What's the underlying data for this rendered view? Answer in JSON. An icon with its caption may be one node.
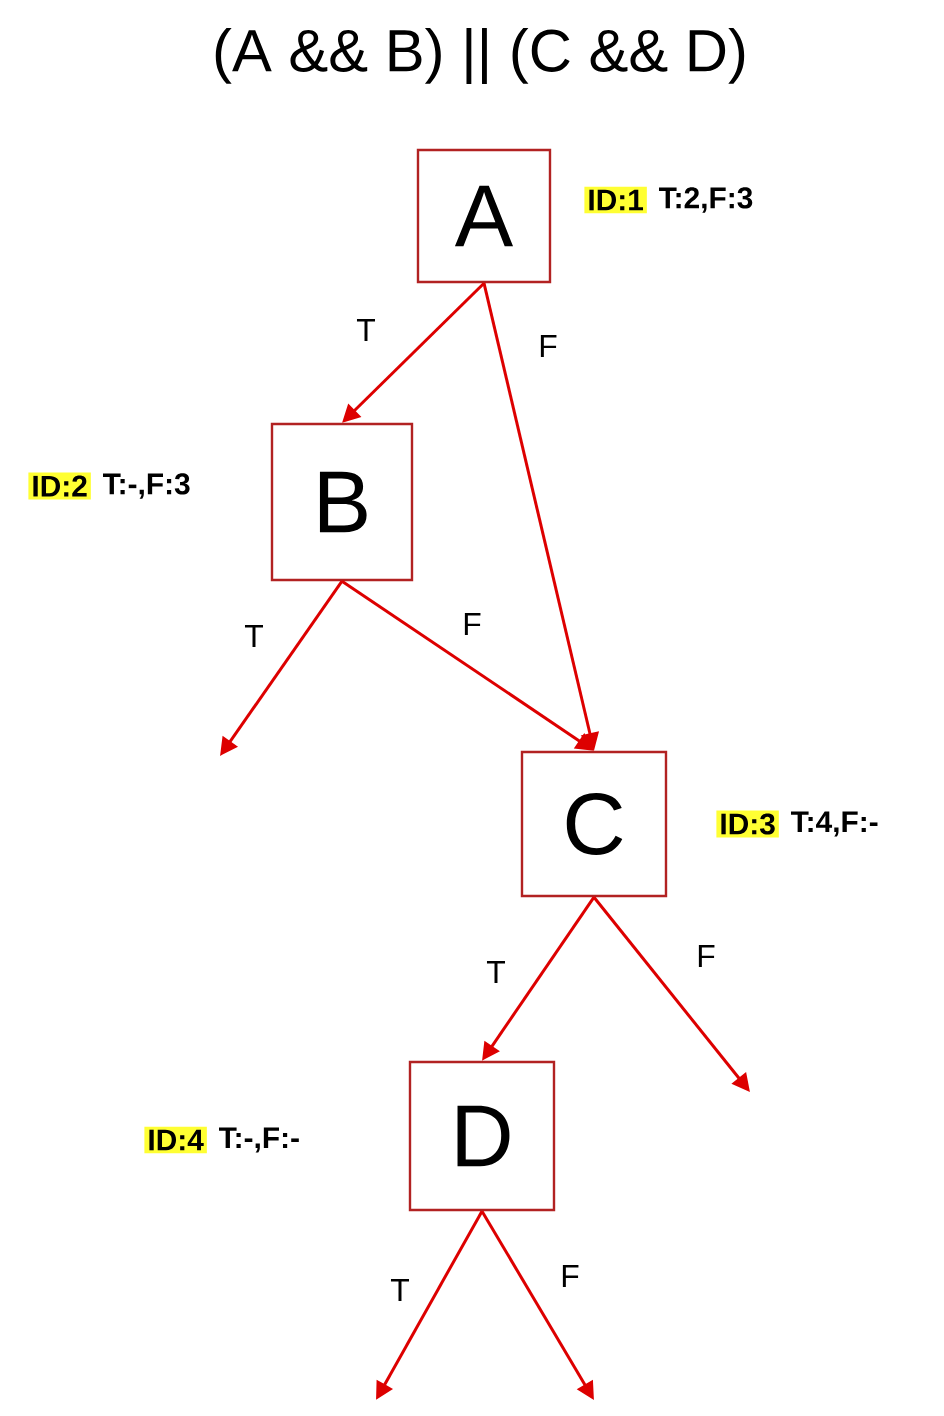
{
  "diagram": {
    "title": "(A && B) || (C && D)",
    "nodes": [
      {
        "text": [
          "A"
        ],
        "beside": [
          "ID:1",
          "T:2,F:3"
        ]
      },
      {
        "text": [
          "B"
        ],
        "beside": [
          "ID:2",
          "T:-,F:3"
        ]
      },
      {
        "text": [
          "C"
        ],
        "beside": [
          "ID:3",
          "T:4,F:-"
        ]
      },
      {
        "text": [
          "D"
        ],
        "beside": [
          "ID:4",
          "T:-,F:-"
        ]
      }
    ],
    "edges": [
      {
        "from": 0,
        "to": 1,
        "arrow": "to",
        "label": "T"
      },
      {
        "from": 0,
        "to": 2,
        "arrow": "to",
        "label": "F"
      },
      {
        "from": 1,
        "to": null,
        "arrow": "to",
        "label": "T"
      },
      {
        "from": 1,
        "to": 2,
        "arrow": "to",
        "label": "F"
      },
      {
        "from": 2,
        "to": 3,
        "arrow": "to",
        "label": "T"
      },
      {
        "from": 2,
        "to": null,
        "arrow": "to",
        "label": "F"
      },
      {
        "from": 3,
        "to": null,
        "arrow": "to",
        "label": "T"
      },
      {
        "from": 3,
        "to": null,
        "arrow": "to",
        "label": "F"
      }
    ]
  }
}
